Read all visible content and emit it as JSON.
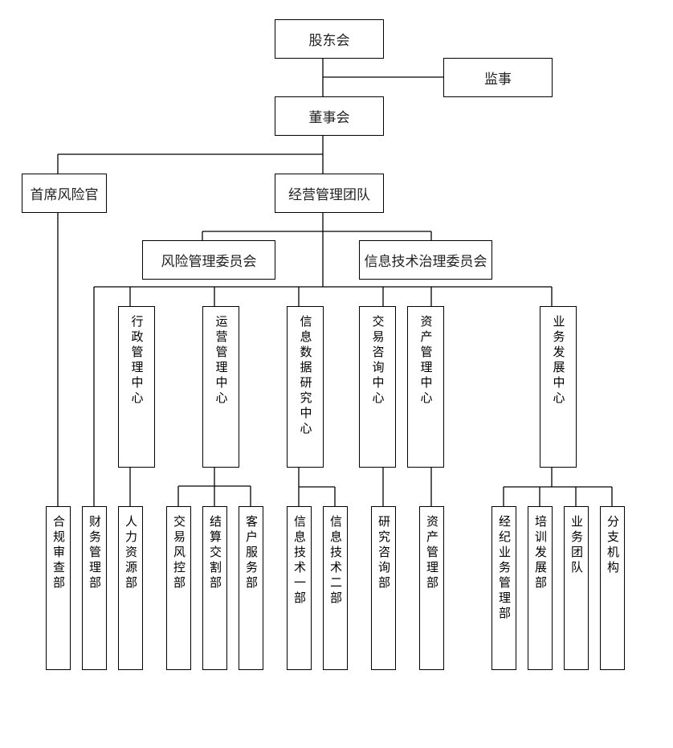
{
  "diagram": {
    "type": "org-chart",
    "nodes": {
      "shareholders": "股东会",
      "supervisor": "监事",
      "board": "董事会",
      "cro": "首席风险官",
      "management": "经营管理团队",
      "risk_committee": "风险管理委员会",
      "it_committee": "信息技术治理委员会",
      "admin_center": "行政管理中心",
      "ops_center": "运营管理中心",
      "data_center": "信息数据研究中心",
      "trade_consult_center": "交易咨询中心",
      "asset_center": "资产管理中心",
      "biz_dev_center": "业务发展中心",
      "compliance": "合规审查部",
      "finance": "财务管理部",
      "hr": "人力资源部",
      "trade_risk": "交易风控部",
      "settlement": "结算交割部",
      "customer_service": "客户服务部",
      "it_dept1": "信息技术一部",
      "it_dept2": "信息技术二部",
      "research": "研究咨询部",
      "asset_mgmt": "资产管理部",
      "brokerage": "经纪业务管理部",
      "training": "培训发展部",
      "biz_team": "业务团队",
      "branches": "分支机构"
    },
    "edges": [
      [
        "shareholders",
        "board"
      ],
      [
        "shareholders",
        "supervisor"
      ],
      [
        "board",
        "cro"
      ],
      [
        "board",
        "management"
      ],
      [
        "cro",
        "compliance"
      ],
      [
        "management",
        "risk_committee"
      ],
      [
        "management",
        "it_committee"
      ],
      [
        "management",
        "finance"
      ],
      [
        "management",
        "admin_center"
      ],
      [
        "management",
        "ops_center"
      ],
      [
        "management",
        "data_center"
      ],
      [
        "management",
        "trade_consult_center"
      ],
      [
        "management",
        "asset_center"
      ],
      [
        "management",
        "biz_dev_center"
      ],
      [
        "admin_center",
        "hr"
      ],
      [
        "ops_center",
        "trade_risk"
      ],
      [
        "ops_center",
        "settlement"
      ],
      [
        "ops_center",
        "customer_service"
      ],
      [
        "data_center",
        "it_dept1"
      ],
      [
        "data_center",
        "it_dept2"
      ],
      [
        "trade_consult_center",
        "research"
      ],
      [
        "asset_center",
        "asset_mgmt"
      ],
      [
        "biz_dev_center",
        "brokerage"
      ],
      [
        "biz_dev_center",
        "training"
      ],
      [
        "biz_dev_center",
        "biz_team"
      ],
      [
        "biz_dev_center",
        "branches"
      ]
    ]
  }
}
